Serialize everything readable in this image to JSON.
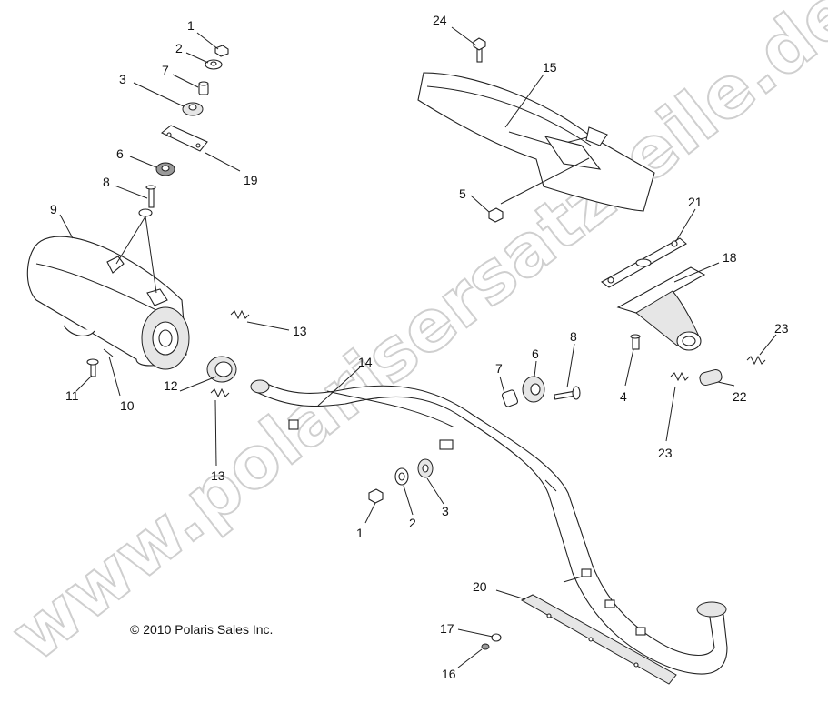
{
  "watermark": "www.polarisersatzteile.de",
  "copyright": "© 2010 Polaris Sales Inc.",
  "labels": {
    "l1a": "1",
    "l2a": "2",
    "l7a": "7",
    "l3a": "3",
    "l6a": "6",
    "l19": "19",
    "l8a": "8",
    "l9": "9",
    "l13a": "13",
    "l10": "10",
    "l11": "11",
    "l12": "12",
    "l13b": "13",
    "l24": "24",
    "l15": "15",
    "l5": "5",
    "l21": "21",
    "l18": "18",
    "l23a": "23",
    "l22": "22",
    "l23b": "23",
    "l4": "4",
    "l14": "14",
    "l7b": "7",
    "l6b": "6",
    "l8b": "8",
    "l1b": "1",
    "l2b": "2",
    "l3b": "3",
    "l20": "20",
    "l17": "17",
    "l16": "16"
  }
}
